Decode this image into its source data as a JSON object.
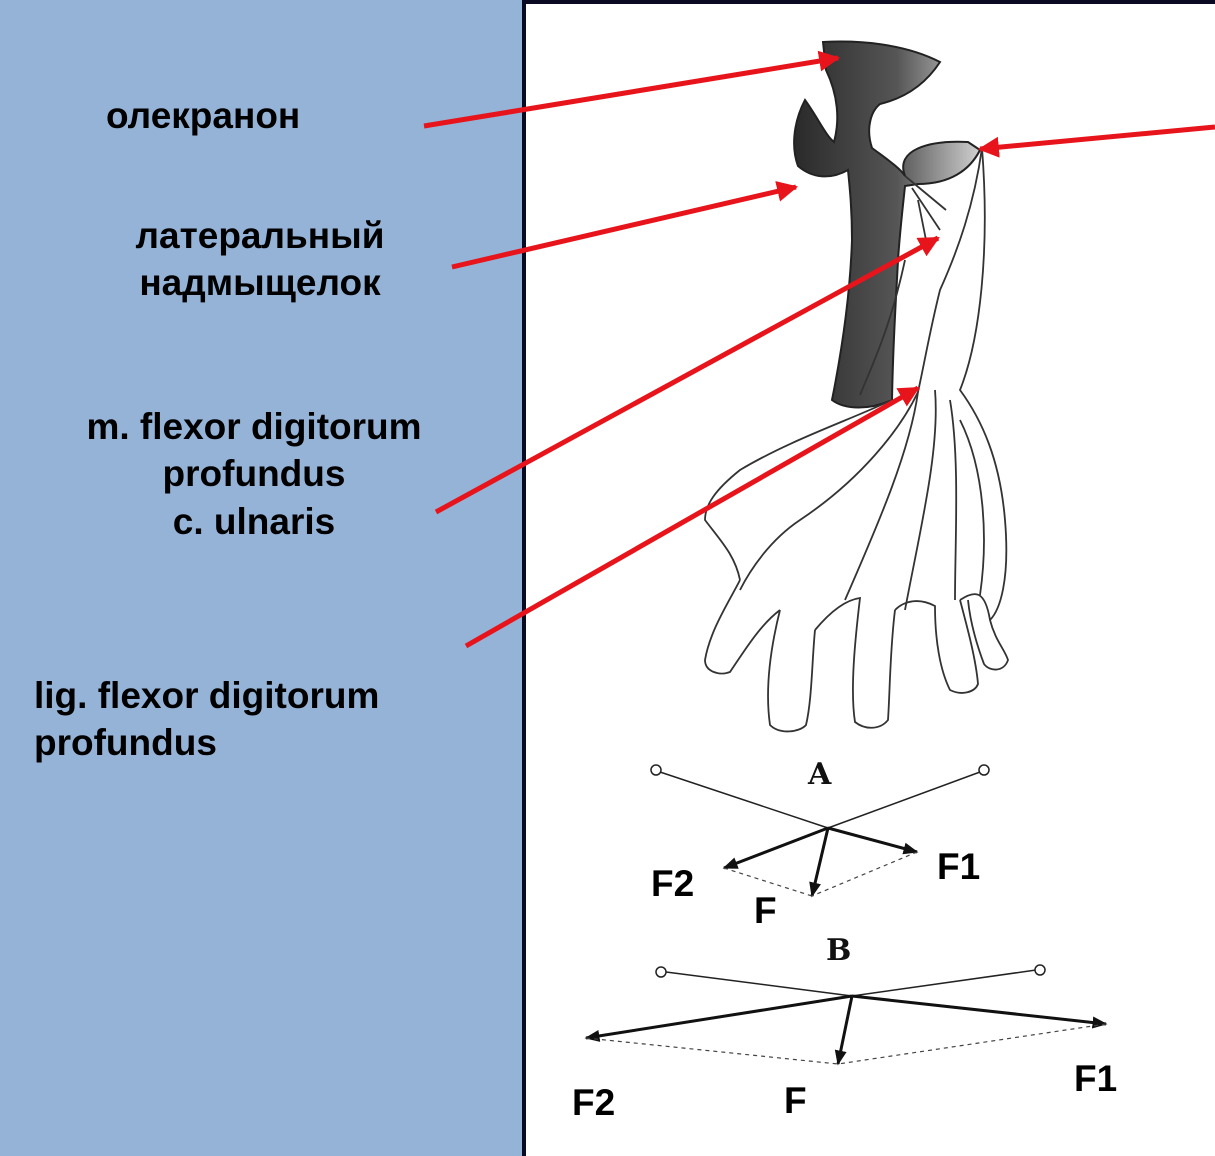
{
  "labels": {
    "olecranon": "олекранон",
    "lateral_epicondyle": [
      "латеральный",
      "надмыщелок"
    ],
    "fdp_muscle": [
      "m. flexor digitorum",
      "profundus",
      "c. ulnaris"
    ],
    "fdp_ligament": [
      "lig. flexor digitorum",
      "profundus"
    ]
  },
  "diagram_a": {
    "title": "A",
    "f1": "F1",
    "f2": "F2",
    "f": "F"
  },
  "diagram_b": {
    "title": "B",
    "f1": "F1",
    "f2": "F2",
    "f": "F"
  },
  "colors": {
    "background": "#95b3d7",
    "arrow": "#e8141b",
    "frame": "#0a0a23"
  }
}
